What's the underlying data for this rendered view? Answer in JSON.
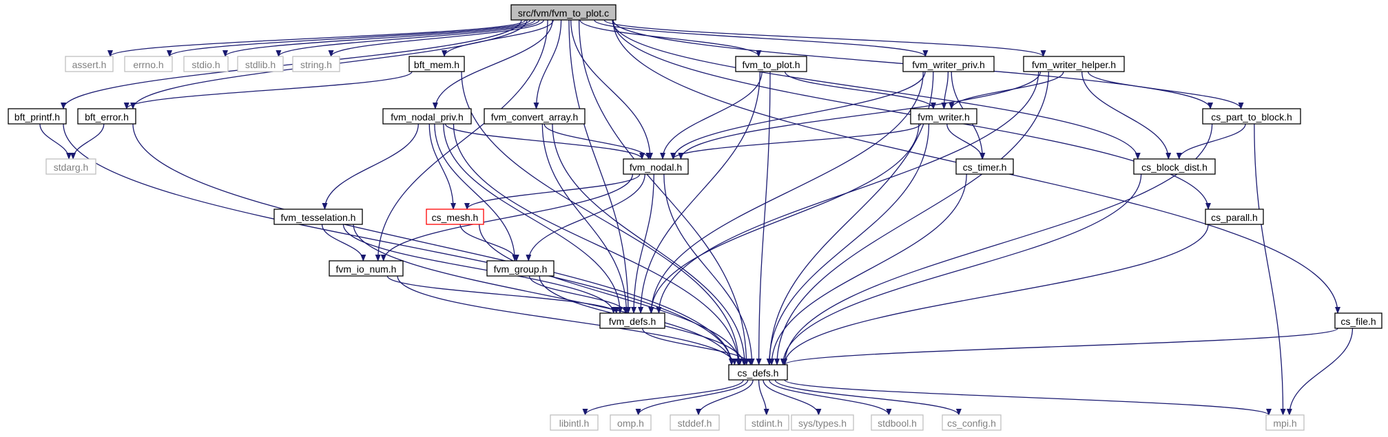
{
  "colors": {
    "edge": "#191970",
    "node_fill": "#ffffff",
    "node_border": "#000000",
    "root_fill": "#bfbfbf",
    "external_border": "#bfbfbf",
    "external_text": "#808080",
    "highlight_border": "#ff0000",
    "text": "#000000"
  },
  "nodes": [
    {
      "id": "root",
      "label": "src/fvm/fvm_to_plot.c",
      "style": "root"
    },
    {
      "id": "bft_printf",
      "label": "bft_printf.h",
      "style": "normal"
    },
    {
      "id": "assert",
      "label": "assert.h",
      "style": "external"
    },
    {
      "id": "errno",
      "label": "errno.h",
      "style": "external"
    },
    {
      "id": "stdio",
      "label": "stdio.h",
      "style": "external"
    },
    {
      "id": "stdlib",
      "label": "stdlib.h",
      "style": "external"
    },
    {
      "id": "string",
      "label": "string.h",
      "style": "external"
    },
    {
      "id": "bft_mem",
      "label": "bft_mem.h",
      "style": "normal"
    },
    {
      "id": "fvm_to_plot_h",
      "label": "fvm_to_plot.h",
      "style": "normal"
    },
    {
      "id": "fvm_writer_priv",
      "label": "fvm_writer_priv.h",
      "style": "normal"
    },
    {
      "id": "fvm_writer_helper",
      "label": "fvm_writer_helper.h",
      "style": "normal"
    },
    {
      "id": "bft_error",
      "label": "bft_error.h",
      "style": "normal"
    },
    {
      "id": "fvm_nodal_priv",
      "label": "fvm_nodal_priv.h",
      "style": "normal"
    },
    {
      "id": "fvm_convert_array",
      "label": "fvm_convert_array.h",
      "style": "normal"
    },
    {
      "id": "fvm_writer",
      "label": "fvm_writer.h",
      "style": "normal"
    },
    {
      "id": "cs_part_to_block",
      "label": "cs_part_to_block.h",
      "style": "normal"
    },
    {
      "id": "stdarg",
      "label": "stdarg.h",
      "style": "external"
    },
    {
      "id": "fvm_nodal",
      "label": "fvm_nodal.h",
      "style": "normal"
    },
    {
      "id": "cs_timer",
      "label": "cs_timer.h",
      "style": "normal"
    },
    {
      "id": "cs_block_dist",
      "label": "cs_block_dist.h",
      "style": "normal"
    },
    {
      "id": "fvm_tesselation",
      "label": "fvm_tesselation.h",
      "style": "normal"
    },
    {
      "id": "cs_mesh",
      "label": "cs_mesh.h",
      "style": "highlight"
    },
    {
      "id": "cs_parall",
      "label": "cs_parall.h",
      "style": "normal"
    },
    {
      "id": "fvm_io_num",
      "label": "fvm_io_num.h",
      "style": "normal"
    },
    {
      "id": "fvm_group",
      "label": "fvm_group.h",
      "style": "normal"
    },
    {
      "id": "fvm_defs",
      "label": "fvm_defs.h",
      "style": "normal"
    },
    {
      "id": "cs_file",
      "label": "cs_file.h",
      "style": "normal"
    },
    {
      "id": "cs_defs",
      "label": "cs_defs.h",
      "style": "normal"
    },
    {
      "id": "libintl",
      "label": "libintl.h",
      "style": "external"
    },
    {
      "id": "omp",
      "label": "omp.h",
      "style": "external"
    },
    {
      "id": "stddef",
      "label": "stddef.h",
      "style": "external"
    },
    {
      "id": "stdint",
      "label": "stdint.h",
      "style": "external"
    },
    {
      "id": "sys_types",
      "label": "sys/types.h",
      "style": "external"
    },
    {
      "id": "stdbool",
      "label": "stdbool.h",
      "style": "external"
    },
    {
      "id": "cs_config",
      "label": "cs_config.h",
      "style": "external"
    },
    {
      "id": "mpi",
      "label": "mpi.h",
      "style": "external"
    }
  ],
  "edges": [
    {
      "from": "root",
      "to": "bft_printf"
    },
    {
      "from": "root",
      "to": "assert"
    },
    {
      "from": "root",
      "to": "errno"
    },
    {
      "from": "root",
      "to": "stdio"
    },
    {
      "from": "root",
      "to": "stdlib"
    },
    {
      "from": "root",
      "to": "string"
    },
    {
      "from": "root",
      "to": "bft_mem"
    },
    {
      "from": "root",
      "to": "bft_error"
    },
    {
      "from": "root",
      "to": "fvm_nodal_priv"
    },
    {
      "from": "root",
      "to": "fvm_convert_array"
    },
    {
      "from": "root",
      "to": "fvm_to_plot_h"
    },
    {
      "from": "root",
      "to": "fvm_writer_priv"
    },
    {
      "from": "root",
      "to": "fvm_writer_helper"
    },
    {
      "from": "root",
      "to": "fvm_nodal"
    },
    {
      "from": "root",
      "to": "fvm_defs"
    },
    {
      "from": "root",
      "to": "fvm_io_num"
    },
    {
      "from": "root",
      "to": "cs_defs"
    },
    {
      "from": "root",
      "to": "cs_block_dist"
    },
    {
      "from": "root",
      "to": "cs_part_to_block"
    },
    {
      "from": "root",
      "to": "cs_parall"
    },
    {
      "from": "root",
      "to": "cs_file"
    },
    {
      "from": "bft_printf",
      "to": "stdarg"
    },
    {
      "from": "bft_printf",
      "to": "cs_defs"
    },
    {
      "from": "bft_error",
      "to": "stdarg"
    },
    {
      "from": "bft_error",
      "to": "cs_defs"
    },
    {
      "from": "bft_mem",
      "to": "bft_error"
    },
    {
      "from": "bft_mem",
      "to": "cs_defs"
    },
    {
      "from": "fvm_to_plot_h",
      "to": "fvm_nodal"
    },
    {
      "from": "fvm_to_plot_h",
      "to": "fvm_writer"
    },
    {
      "from": "fvm_to_plot_h",
      "to": "fvm_defs"
    },
    {
      "from": "fvm_to_plot_h",
      "to": "cs_defs"
    },
    {
      "from": "fvm_writer_priv",
      "to": "fvm_writer"
    },
    {
      "from": "fvm_writer_priv",
      "to": "fvm_nodal"
    },
    {
      "from": "fvm_writer_priv",
      "to": "cs_timer"
    },
    {
      "from": "fvm_writer_priv",
      "to": "fvm_defs"
    },
    {
      "from": "fvm_writer_priv",
      "to": "cs_defs"
    },
    {
      "from": "fvm_writer_helper",
      "to": "fvm_writer"
    },
    {
      "from": "fvm_writer_helper",
      "to": "fvm_nodal"
    },
    {
      "from": "fvm_writer_helper",
      "to": "cs_part_to_block"
    },
    {
      "from": "fvm_writer_helper",
      "to": "cs_block_dist"
    },
    {
      "from": "fvm_writer_helper",
      "to": "fvm_defs"
    },
    {
      "from": "fvm_writer_helper",
      "to": "cs_defs"
    },
    {
      "from": "fvm_nodal_priv",
      "to": "fvm_nodal"
    },
    {
      "from": "fvm_nodal_priv",
      "to": "fvm_tesselation"
    },
    {
      "from": "fvm_nodal_priv",
      "to": "cs_mesh"
    },
    {
      "from": "fvm_nodal_priv",
      "to": "fvm_group"
    },
    {
      "from": "fvm_nodal_priv",
      "to": "fvm_defs"
    },
    {
      "from": "fvm_nodal_priv",
      "to": "cs_defs"
    },
    {
      "from": "fvm_convert_array",
      "to": "fvm_nodal"
    },
    {
      "from": "fvm_convert_array",
      "to": "fvm_defs"
    },
    {
      "from": "fvm_convert_array",
      "to": "cs_defs"
    },
    {
      "from": "fvm_writer",
      "to": "fvm_nodal"
    },
    {
      "from": "fvm_writer",
      "to": "cs_timer"
    },
    {
      "from": "fvm_writer",
      "to": "fvm_defs"
    },
    {
      "from": "fvm_writer",
      "to": "cs_defs"
    },
    {
      "from": "cs_part_to_block",
      "to": "cs_block_dist"
    },
    {
      "from": "cs_part_to_block",
      "to": "cs_defs"
    },
    {
      "from": "cs_part_to_block",
      "to": "mpi"
    },
    {
      "from": "fvm_nodal",
      "to": "cs_mesh"
    },
    {
      "from": "fvm_nodal",
      "to": "fvm_io_num"
    },
    {
      "from": "fvm_nodal",
      "to": "fvm_group"
    },
    {
      "from": "fvm_nodal",
      "to": "fvm_defs"
    },
    {
      "from": "fvm_nodal",
      "to": "cs_defs"
    },
    {
      "from": "cs_timer",
      "to": "cs_defs"
    },
    {
      "from": "cs_block_dist",
      "to": "cs_defs"
    },
    {
      "from": "fvm_tesselation",
      "to": "fvm_io_num"
    },
    {
      "from": "fvm_tesselation",
      "to": "fvm_defs"
    },
    {
      "from": "fvm_tesselation",
      "to": "cs_defs"
    },
    {
      "from": "cs_mesh",
      "to": "fvm_group"
    },
    {
      "from": "cs_mesh",
      "to": "cs_defs"
    },
    {
      "from": "cs_parall",
      "to": "cs_defs"
    },
    {
      "from": "fvm_io_num",
      "to": "fvm_defs"
    },
    {
      "from": "fvm_io_num",
      "to": "cs_defs"
    },
    {
      "from": "fvm_group",
      "to": "fvm_defs"
    },
    {
      "from": "fvm_group",
      "to": "cs_defs"
    },
    {
      "from": "fvm_defs",
      "to": "cs_defs"
    },
    {
      "from": "cs_file",
      "to": "cs_defs"
    },
    {
      "from": "cs_file",
      "to": "mpi"
    },
    {
      "from": "cs_defs",
      "to": "libintl"
    },
    {
      "from": "cs_defs",
      "to": "omp"
    },
    {
      "from": "cs_defs",
      "to": "stddef"
    },
    {
      "from": "cs_defs",
      "to": "stdint"
    },
    {
      "from": "cs_defs",
      "to": "sys_types"
    },
    {
      "from": "cs_defs",
      "to": "stdbool"
    },
    {
      "from": "cs_defs",
      "to": "cs_config"
    },
    {
      "from": "cs_defs",
      "to": "mpi"
    }
  ]
}
